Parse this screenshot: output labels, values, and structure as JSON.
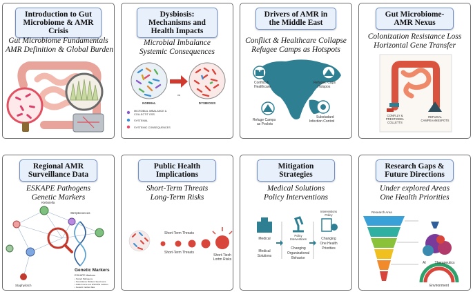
{
  "panels": [
    {
      "title": [
        "Introduction to Gut",
        "Microbiome & AMR",
        "Crisis"
      ],
      "subtitle": [
        "Gut Microbiome Fundamentals",
        "AMR Definition & Global Burden"
      ]
    },
    {
      "title": [
        "Dysbiosis:",
        "Mechanisms and",
        "Health Impacts"
      ],
      "subtitle": [
        "Microbial Imbalance",
        "Systemic Consequences"
      ],
      "labels": {
        "normal": "NORMAL",
        "vs": "vs",
        "dysbiosis": "DYSBIOSIS",
        "legend1a": "MICROBIAL IMBALANCE &",
        "legend1b": "COLLECTIT OSS",
        "legend2": "SYSTEMAL",
        "legend3": "SYSTEMIC CONSEQUENCES"
      }
    },
    {
      "title": [
        "Drivers of AMR in",
        "the Middle East"
      ],
      "subtitle": [
        "Conflict & Healthcare Collapse",
        "Refugee Camps as Hotspots"
      ],
      "labels": {
        "conflict_a": "Conflict &",
        "conflict_b": "Healthcare",
        "camps_a": "Refugee Caps",
        "camps_b": "Hotspos",
        "refugee_a": "Refuge Camps",
        "refugee_b": "as Poclots",
        "substd_a": "Substadard",
        "substd_b": "Infection Control"
      }
    },
    {
      "title": [
        "Gut Microbiome-",
        "AMR Nexus"
      ],
      "subtitle": [
        "Colonization Resistance Loss",
        "Horizontal Gene Transfer"
      ],
      "labels": {
        "conflict_a": "CONFLLY &",
        "conflict_b": "PRESTIGEEL",
        "conflict_c": "COLLETTS",
        "refugal_a": "REFUGAL",
        "refugal_b": "CAMPEAAMSSPOTS"
      }
    },
    {
      "title": [
        "Regional AMR",
        "Surveillance Data"
      ],
      "subtitle": [
        "ESKAPE Pathogens",
        "Genetic Markers"
      ],
      "labels": {
        "klebsiella": "Klebsiella",
        "streptococcus": "Streptococcus",
        "staphylococcus": "Staphylotch",
        "genetic_markers": "Genetic Markers",
        "eskape": "ESKAPE Markers",
        "note1": "• Scutell Pathogens",
        "note2": "• Scovellance Markers Specimens",
        "note3": "• Added some text ESKAPE markers",
        "note4": "• Genetic marker data"
      }
    },
    {
      "title": [
        "Public Health",
        "Implications"
      ],
      "subtitle": [
        "Short-Term Threats",
        "Long-Term Risks"
      ],
      "labels": {
        "short_top": "Short-Term Threats",
        "short_bottom": "Short-Term Threats",
        "long_a": "Short-Tiexh",
        "long_b": "Lortm Risks"
      }
    },
    {
      "title": [
        "Mitigation",
        "Strategies"
      ],
      "subtitle": [
        "Medical Solutions",
        "Policy Interventions"
      ],
      "labels": {
        "medical_top": "Medical",
        "policy_mid_a": "Policy",
        "policy_mid_b": "Interventions",
        "policy_right_a": "Policy",
        "policy_right_b": "Interventions",
        "medical_a": "Medical",
        "medical_b": "Solutions",
        "change_org_a": "Changing",
        "change_org_b": "Organizational",
        "change_org_c": "Behavior",
        "change_one_a": "Changing",
        "change_one_b": "One Health",
        "change_one_c": "Priorities"
      }
    },
    {
      "title": [
        "Research Gaps &",
        "Future Directions"
      ],
      "subtitle": [
        "Under explored Areas",
        "One Health Priorities"
      ],
      "labels": {
        "research_area": "Research Area",
        "ai": "AI",
        "therapeutics": "Therapeutics",
        "environment": "Environment"
      }
    }
  ],
  "colors": {
    "title_fill": "#e8f0fb",
    "title_border": "#6f8fc4",
    "panel_border": "#6a6a6a",
    "dysbiosis_red": "#e0453a",
    "map_teal": "#2f7f93"
  }
}
